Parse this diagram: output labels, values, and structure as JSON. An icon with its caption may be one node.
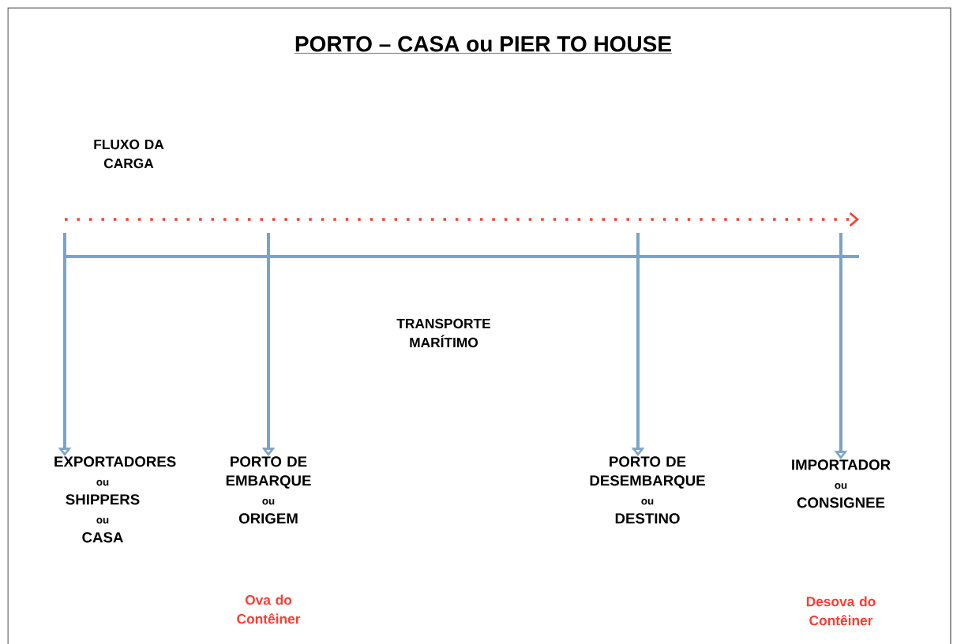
{
  "diagram": {
    "title": "PORTO – CASA ou PIER TO HOUSE",
    "nodes": [
      {
        "text": [
          "EXPORTADORES",
          "ou",
          "SHIPPERS",
          "ou",
          "CASA"
        ]
      },
      {
        "text": [
          "PORTO DE EMBARQUE",
          "ou",
          "ORIGEM"
        ]
      },
      {
        "text": [
          "PORTO DE DESEMBARQUE",
          "ou",
          "DESTINO"
        ]
      },
      {
        "text": [
          "IMPORTADOR",
          "ou",
          "CONSIGNEE"
        ]
      }
    ],
    "edges": [
      {
        "from": null,
        "to": 0,
        "arrow": "to"
      },
      {
        "from": null,
        "to": 1,
        "arrow": "to"
      },
      {
        "from": null,
        "to": 2,
        "arrow": "to"
      },
      {
        "from": null,
        "to": 3,
        "arrow": "to"
      }
    ],
    "labels": [
      "FLUXO DA CARGA",
      "TRANSPORTE MARÍTIMO",
      "Ova do Contêiner",
      "Desova do Contêiner"
    ]
  }
}
